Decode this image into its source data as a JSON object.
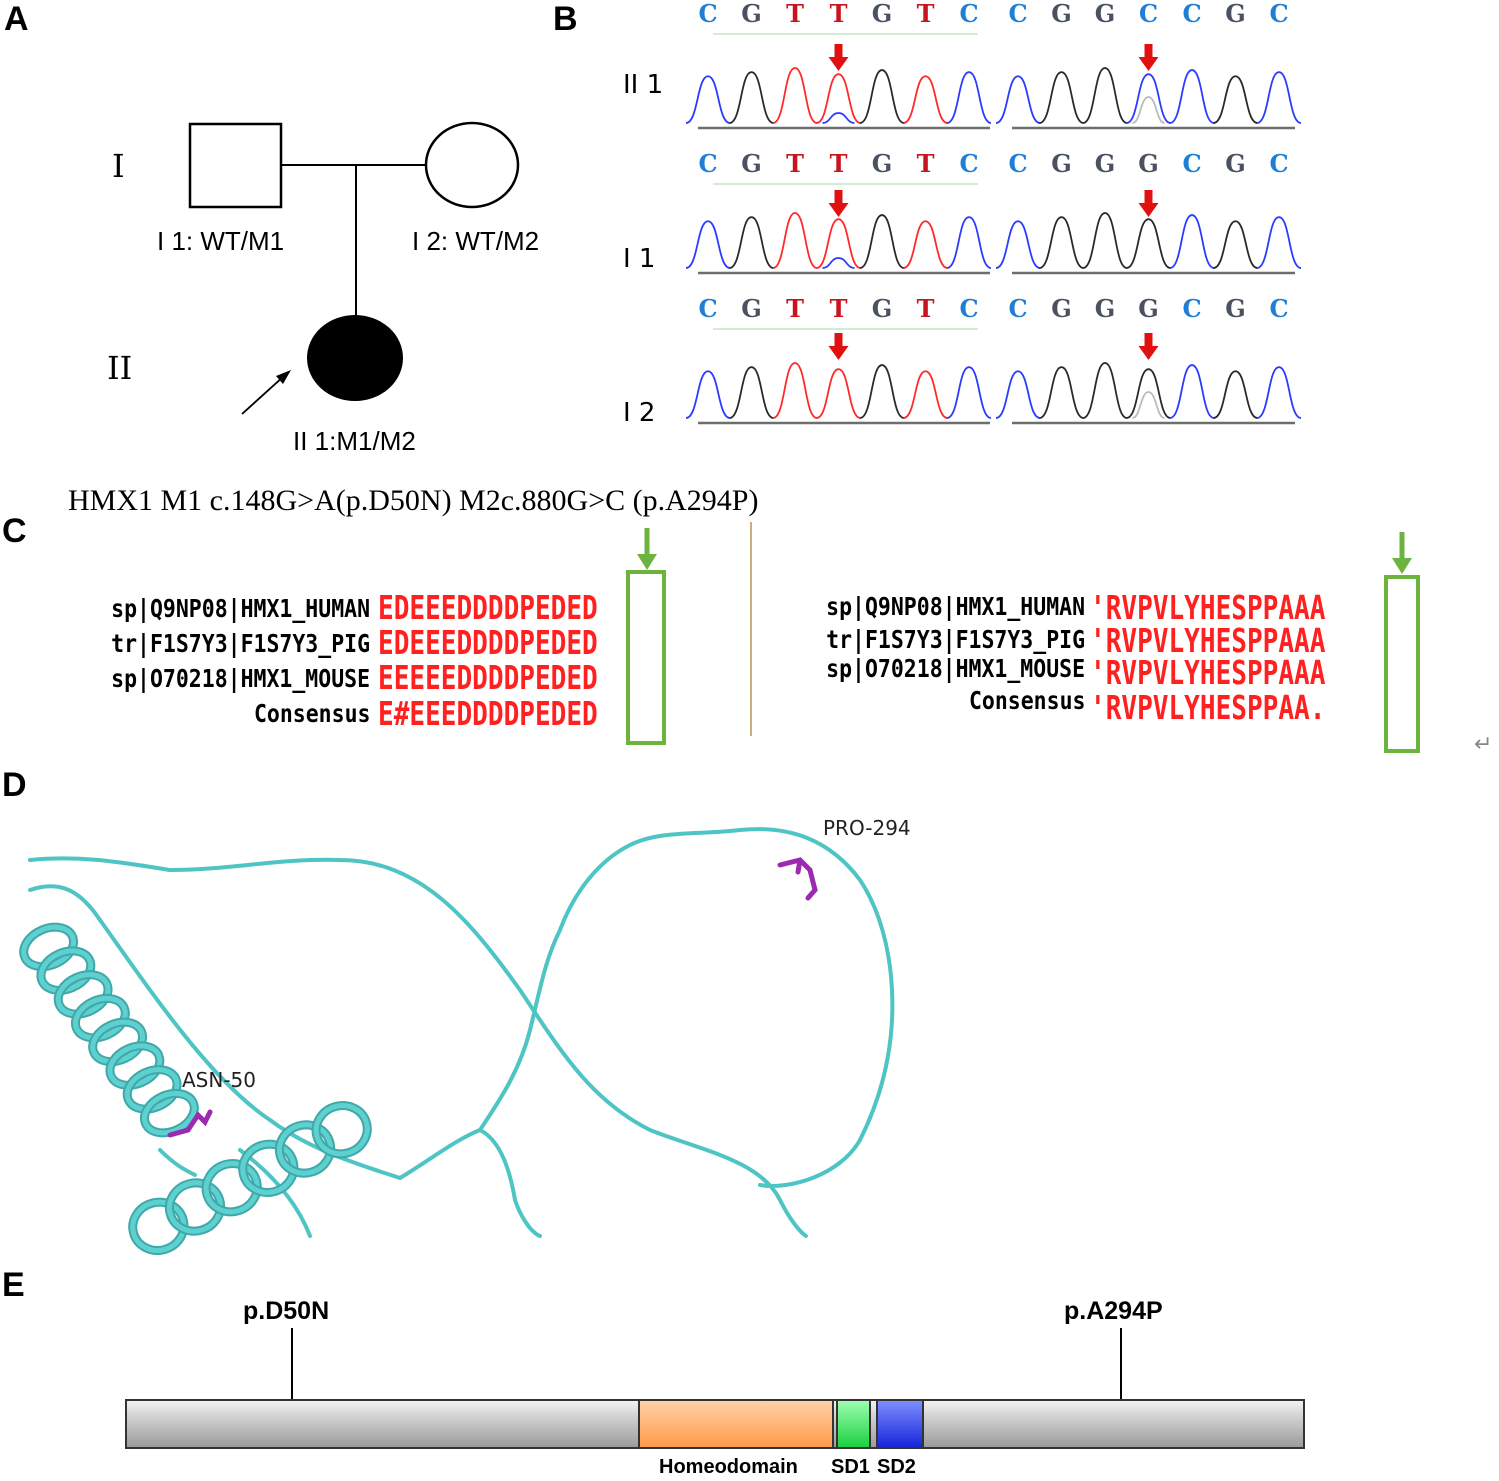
{
  "panels": {
    "a": "A",
    "b": "B",
    "c": "C",
    "d": "D",
    "e": "E"
  },
  "pedigree": {
    "gen1": "I",
    "gen2": "II",
    "father": "I 1: WT/M1",
    "mother": "I 2: WT/M2",
    "proband": "II 1:M1/M2"
  },
  "sequencing": {
    "rows": [
      "II 1",
      "I 1",
      "I 2"
    ],
    "left_bases": [
      [
        "C",
        "G",
        "T",
        "T",
        "G",
        "T",
        "C"
      ],
      [
        "C",
        "G",
        "T",
        "T",
        "G",
        "T",
        "C"
      ],
      [
        "C",
        "G",
        "T",
        "T",
        "G",
        "T",
        "C"
      ]
    ],
    "right_bases": [
      [
        "C",
        "G",
        "G",
        "C",
        "C",
        "G",
        "C"
      ],
      [
        "C",
        "G",
        "G",
        "G",
        "C",
        "G",
        "C"
      ],
      [
        "C",
        "G",
        "G",
        "G",
        "C",
        "G",
        "C"
      ]
    ],
    "colors": {
      "C": "#1f7fd6",
      "G": "#4a5160",
      "T": "#c8141e",
      "arrow": "#e01010"
    }
  },
  "mutation_title": "HMX1 M1 c.148G>A(p.D50N) M2c.880G>C (p.A294P)",
  "alignment": {
    "left": {
      "names": [
        "sp|Q9NP08|HMX1_HUMAN",
        "tr|F1S7Y3|F1S7Y3_PIG",
        "sp|O70218|HMX1_MOUSE",
        "Consensus"
      ],
      "seqs": [
        "EDEEEDDDDPEDED",
        "EDEEEDDDDPEDED",
        "EEEEEDDDDPEDED",
        "E#EEEDDDDPEDED"
      ]
    },
    "right": {
      "names": [
        "sp|Q9NP08|HMX1_HUMAN",
        "tr|F1S7Y3|F1S7Y3_PIG",
        "sp|O70218|HMX1_MOUSE",
        "Consensus"
      ],
      "seqs": [
        "'RVPVLYHESPPAAA",
        "'RVPVLYHESPPAAA",
        "'RVPVLYHESPPAAA",
        "'RVPVLYHESPPAA."
      ]
    },
    "return_glyph": "↵",
    "highlight_color": "#6db33f"
  },
  "structure": {
    "labels": {
      "site1": "ASN-50",
      "site2": "PRO-294"
    },
    "colors": {
      "ribbon": "#4fc4c4",
      "residue": "#9b2ab0"
    }
  },
  "domain_map": {
    "sites": [
      "p.D50N",
      "p.A294P"
    ],
    "domains": [
      "Homeodomain",
      "SD1",
      "SD2"
    ],
    "colors": {
      "bar": "#cfcfcf",
      "homeodomain": "#ffb070",
      "sd1": "#3ee060",
      "sd2": "#2a3ae0"
    }
  }
}
